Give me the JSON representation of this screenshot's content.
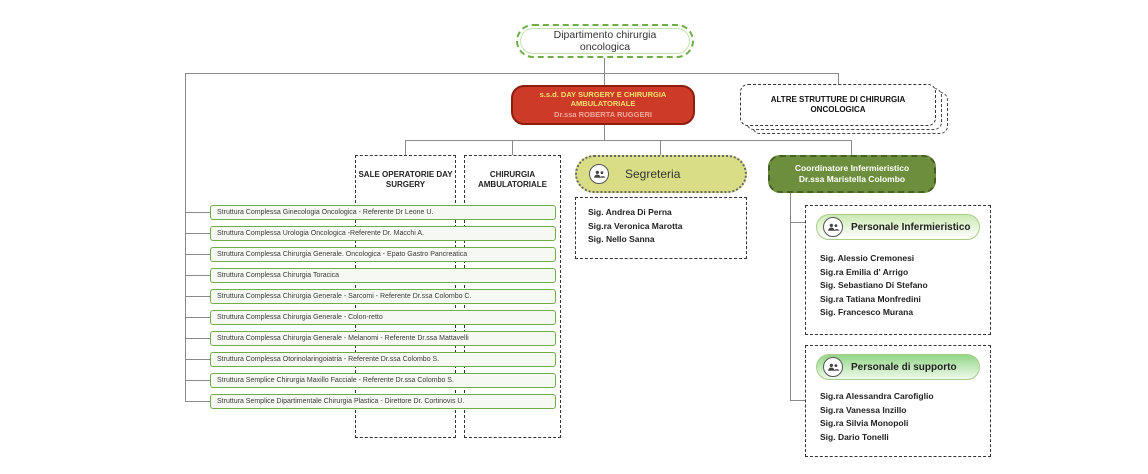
{
  "department": {
    "title": "Dipartimento chirurgia oncologica"
  },
  "day_surgery_unit": {
    "title": "s.s.d. DAY SURGERY E CHIRURGIA AMBULATORIALE",
    "head": "Dr.ssa ROBERTA RUGGERI"
  },
  "other_structures": {
    "title": "ALTRE STRUTTURE DI CHIRURGIA ONCOLOGICA"
  },
  "operating_rooms": {
    "title": "SALE OPERATORIE DAY SURGERY"
  },
  "ambulatory_surgery": {
    "title": "CHIRURGIA AMBULATORIALE"
  },
  "segreteria": {
    "title": "Segreteria",
    "names": [
      "Sig. Andrea Di Perna",
      "Sig.ra Veronica Marotta",
      "Sig. Nello Sanna"
    ]
  },
  "coordinatore": {
    "title": "Coordinatore Infermieristico",
    "head": "Dr.ssa Maristella Colombo"
  },
  "nursing_staff": {
    "title": "Personale Infermieristico",
    "names": [
      "Sig. Alessio Cremonesi",
      "Sig.ra Emilia d' Arrigo",
      "Sig. Sebastiano Di Stefano",
      "Sig.ra Tatiana Monfredini",
      "Sig. Francesco Murana"
    ]
  },
  "support_staff": {
    "title": "Personale di supporto",
    "names": [
      "Sig.ra Alessandra Carofiglio",
      "Sig.ra Vanessa Inzillo",
      "Sig.ra Silvia Monopoli",
      "Sig.  Dario Tonelli"
    ]
  },
  "structures": [
    "Struttura Complessa Ginecologia Oncologica  - Referente  Dr Leone  U.",
    "Struttura Complessa Urologia Oncologica   -Referente  Dr.  Macchi A.",
    "Struttura Complessa Chirurgia Generale. Oncologica - Epato Gastro Pancreatica",
    "Struttura Complessa Chirurgia Toracica",
    "Struttura Complessa Chirurgia Generale - Sarcomi  - Referente   Dr.ssa Colombo C.",
    "Struttura Complessa Chirurgia Generale  - Colon-retto",
    "Struttura Complessa Chirurgia Generale   -  Melanomi -  Referente  Dr.ssa Mattavelli",
    "Struttura Complessa Otorinolaringoiatria - Referente  Dr.ssa Colombo S.",
    "Struttura Semplice Chirurgia Maxillo Facciale - Referente   Dr.ssa Colombo S.",
    "Struttura Semplice Dipartimentale Chirurgia Plastica  - Direttore  Dr.  Cortinovis U."
  ],
  "colors": {
    "accent_green": "#6fae46",
    "unit_red": "#cd3a28",
    "coordinator_olive": "#6d8f3d",
    "segreteria_fill": "#d9dd86",
    "nursing_pill": "#cdeab3",
    "support_pill": "#93d788",
    "connector_gray": "#8a8a8a"
  }
}
